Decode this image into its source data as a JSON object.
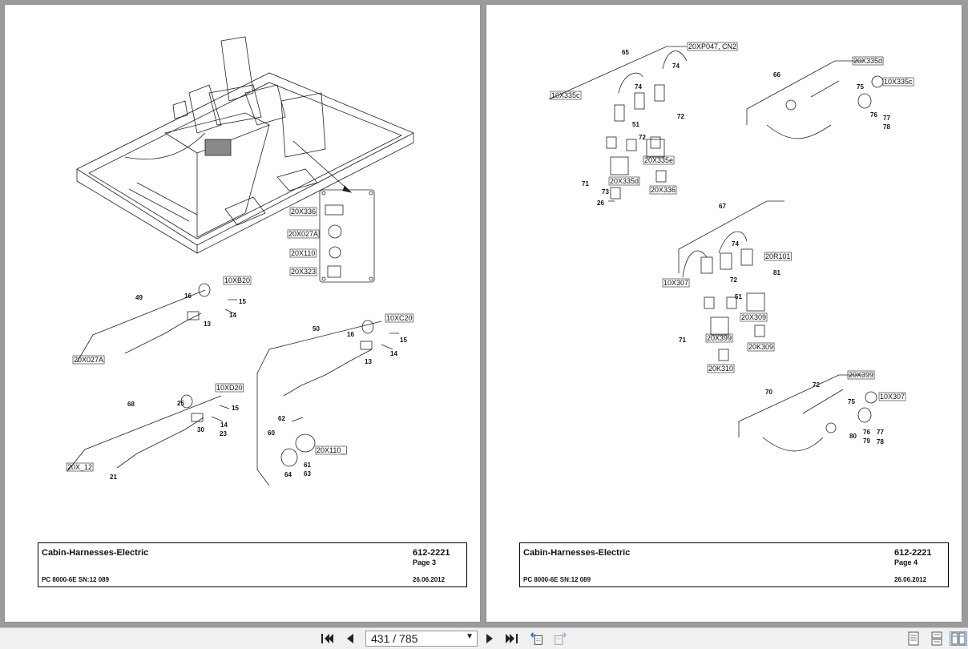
{
  "pages": [
    {
      "title": "Cabin-Harnesses-Electric",
      "model": "PC 8000-6E SN:12 089",
      "code": "612-2221",
      "page_label": "Page 3",
      "date": "26.06.2012",
      "connector_tags": [
        "10XB20",
        "20X027A",
        "10XC20",
        "10XD20",
        "20X_12",
        "20X110_",
        "20X336",
        "20X027A",
        "20X110",
        "20X323"
      ],
      "item_numbers": [
        "49",
        "16",
        "15",
        "13",
        "14",
        "50",
        "16",
        "15",
        "13",
        "14",
        "68",
        "25",
        "15",
        "30",
        "14",
        "23",
        "21",
        "62",
        "60",
        "61",
        "63",
        "64"
      ]
    },
    {
      "title": "Cabin-Harnesses-Electric",
      "model": "PC 8000-6E SN:12 089",
      "code": "612-2221",
      "page_label": "Page 4",
      "date": "26.06.2012",
      "connector_tags": [
        "20XP047, CN2",
        "10X335c",
        "20X335d",
        "10X335c",
        "20X335e",
        "20X335d",
        "20X336",
        "20R101",
        "10X307",
        "20X309",
        "20X399",
        "20K309",
        "20K310",
        "20X399",
        "10X307"
      ],
      "item_numbers": [
        "65",
        "74",
        "74",
        "51",
        "72",
        "72",
        "71",
        "73",
        "26",
        "66",
        "75",
        "76",
        "77",
        "78",
        "67",
        "74",
        "72",
        "81",
        "51",
        "71",
        "70",
        "72",
        "75",
        "76",
        "77",
        "80",
        "79",
        "78"
      ]
    }
  ],
  "toolbar": {
    "page_indicator": "431 / 785"
  }
}
